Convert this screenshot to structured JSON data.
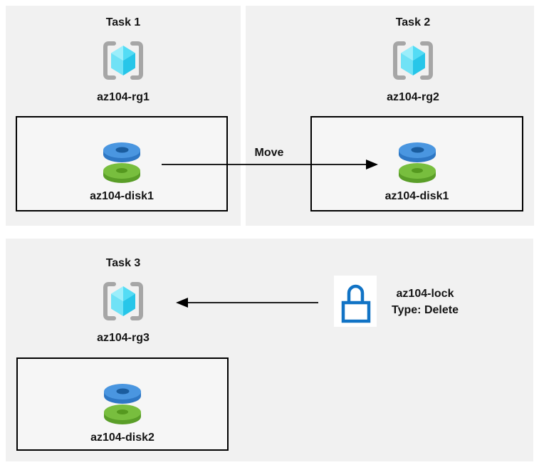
{
  "colors": {
    "panel-bg": "#f1f1f1",
    "box-bg": "#f6f6f6",
    "box-border": "#000000",
    "text": "#141414",
    "arrow": "#000000",
    "bracket-gray": "#a6a6a6",
    "cube-top-left": "#9beefb",
    "cube-top-right": "#53dcf5",
    "cube-left": "#70e2f6",
    "cube-right": "#27c6e9",
    "disk-blue-top": "#4a96e0",
    "disk-blue-side": "#2e77c4",
    "disk-blue-hole": "#1a5c9e",
    "disk-green-top": "#78be3e",
    "disk-green-side": "#5a9e28",
    "disk-green-hole": "#55991f",
    "lock-blue": "#1173c5",
    "lock-bg": "#ffffff"
  },
  "panels": [
    {
      "title": "Task 1",
      "resource_group": "az104-rg1",
      "disk": "az104-disk1"
    },
    {
      "title": "Task 2",
      "resource_group": "az104-rg2",
      "disk": "az104-disk1"
    },
    {
      "title": "Task 3",
      "resource_group": "az104-rg3",
      "disk": "az104-disk2"
    }
  ],
  "move_arrow": {
    "label": "Move"
  },
  "lock": {
    "name": "az104-lock",
    "type": "Type: Delete"
  },
  "icons": {
    "resource_group": "azure-resource-group-icon",
    "disk": "azure-disk-icon",
    "lock": "azure-lock-icon"
  }
}
